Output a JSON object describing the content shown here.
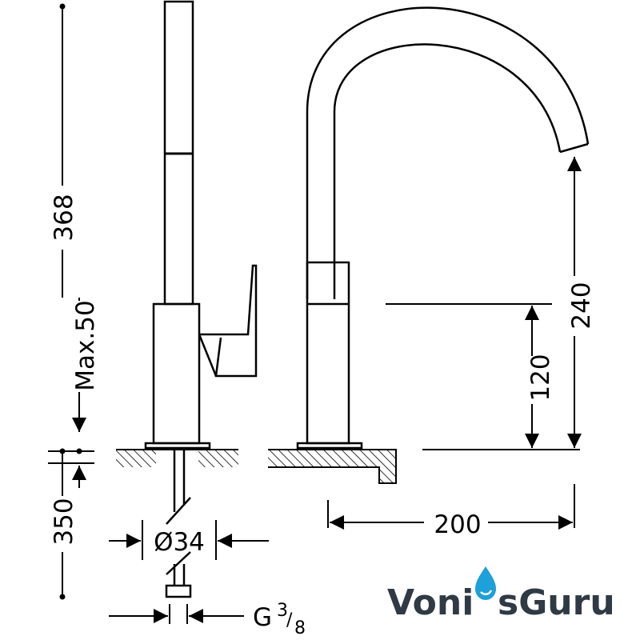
{
  "dimensions": {
    "overall_height": "368",
    "max_deck": "Max.50",
    "under_deck": "350",
    "spout_height": "240",
    "lever_height": "120",
    "spout_reach": "200",
    "base_diameter": "Ø34",
    "connection_letter": "G",
    "connection_numerator": "3",
    "connection_slash": "/",
    "connection_denominator": "8"
  },
  "watermark": {
    "part1": "Voni",
    "part2": "sGuru",
    "color_dark": "#2f3a44",
    "color_accent": "#1ea0d8"
  },
  "colors": {
    "line": "#000000",
    "background": "#ffffff"
  }
}
